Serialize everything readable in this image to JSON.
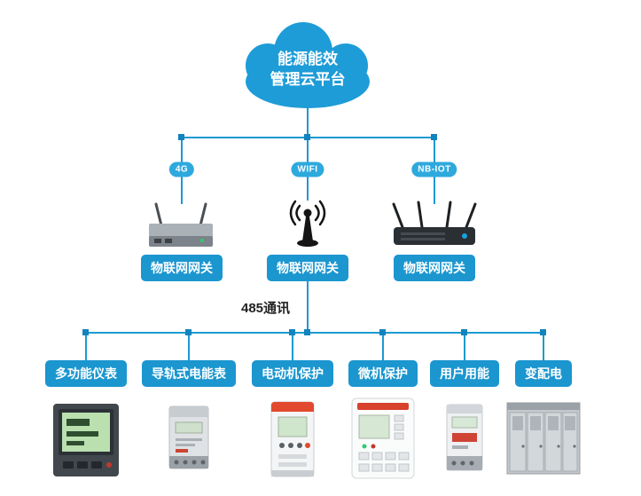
{
  "colors": {
    "primary": "#1b9ad2",
    "badge": "#2ea9dd",
    "pill": "#1b96cf"
  },
  "cloud": {
    "line1": "能源能效",
    "line2": "管理云平台"
  },
  "gateways": [
    {
      "badge": "4G",
      "label": "物联网网关",
      "icon": "router-4g-icon"
    },
    {
      "badge": "WIFI",
      "label": "物联网网关",
      "icon": "wifi-antenna-icon"
    },
    {
      "badge": "NB-IOT",
      "label": "物联网网关",
      "icon": "router-nbiot-icon"
    }
  ],
  "bus": {
    "label": "485通讯"
  },
  "devices": [
    {
      "label": "多功能仪表",
      "icon": "multifunction-meter-image"
    },
    {
      "label": "导轨式电能表",
      "icon": "din-rail-meter-image"
    },
    {
      "label": "电动机保护",
      "icon": "motor-protection-image"
    },
    {
      "label": "微机保护",
      "icon": "microcomputer-protection-image"
    },
    {
      "label": "用户用能",
      "icon": "user-energy-meter-image"
    },
    {
      "label": "变配电",
      "icon": "switchgear-cabinet-image"
    }
  ]
}
